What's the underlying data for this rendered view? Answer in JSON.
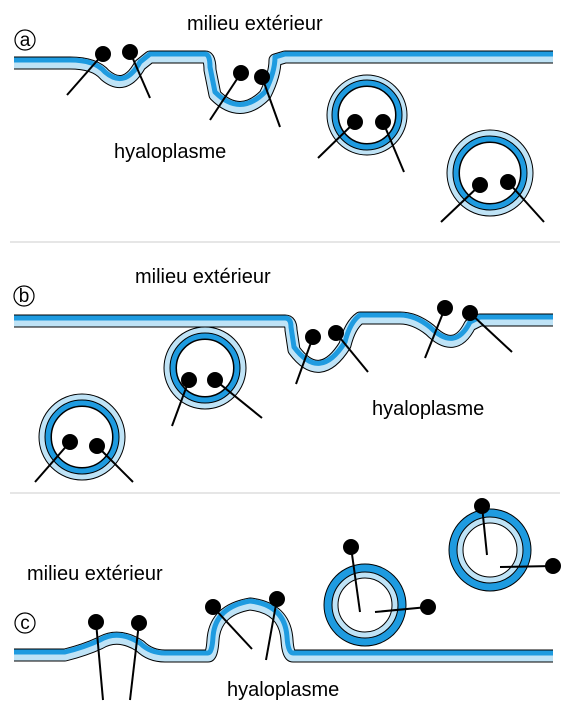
{
  "colors": {
    "membrane_dark": "#1e9be0",
    "membrane_light": "#bfe3f6",
    "outline": "#000000",
    "particle": "#000000",
    "separator": "#cccccc"
  },
  "panels": [
    {
      "id": "a",
      "letter": "a",
      "outside_label": "milieu extérieur",
      "inside_label": "hyaloplasme"
    },
    {
      "id": "b",
      "letter": "b",
      "outside_label": "milieu extérieur",
      "inside_label": "hyaloplasme"
    },
    {
      "id": "c",
      "letter": "c",
      "outside_label": "milieu extérieur",
      "inside_label": "hyaloplasme"
    }
  ]
}
